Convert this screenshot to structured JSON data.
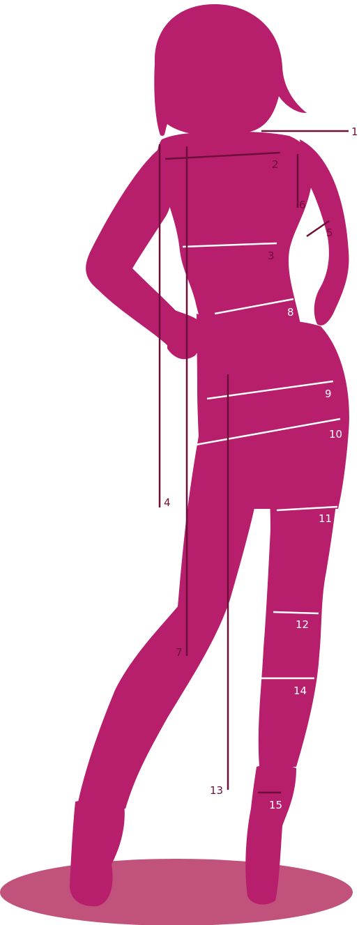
{
  "colors": {
    "figure": "#b71e6c",
    "ground": "#c0527c",
    "dark_line": "#6e0f3a",
    "light_line": "#ffffff",
    "background": "#ffffff"
  },
  "measurements": [
    {
      "label": "1"
    },
    {
      "label": "2"
    },
    {
      "label": "3"
    },
    {
      "label": "4"
    },
    {
      "label": "5"
    },
    {
      "label": "6"
    },
    {
      "label": "7"
    },
    {
      "label": "8"
    },
    {
      "label": "9"
    },
    {
      "label": "10"
    },
    {
      "label": "11"
    },
    {
      "label": "12"
    },
    {
      "label": "13"
    },
    {
      "label": "14"
    },
    {
      "label": "15"
    }
  ]
}
